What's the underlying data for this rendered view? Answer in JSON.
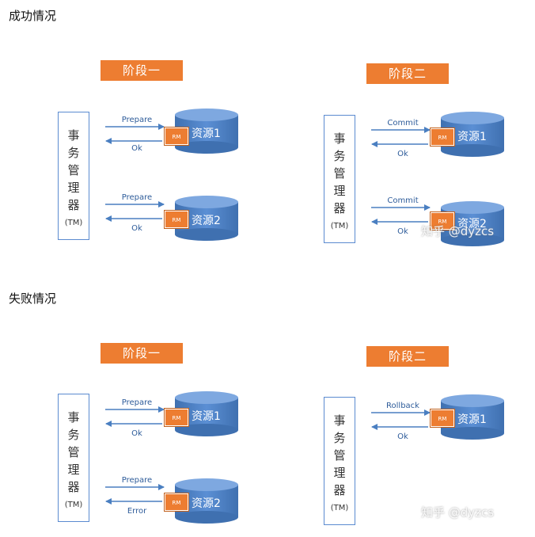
{
  "sections": [
    {
      "title": "成功情况"
    },
    {
      "title": "失败情况"
    }
  ],
  "tm": {
    "chars": [
      "事",
      "务",
      "管",
      "理",
      "器"
    ],
    "abbr": "(TM)"
  },
  "rm_label": "RM",
  "panels": [
    {
      "phase": "阶段一",
      "db1": "资源1",
      "db2": "资源2",
      "msg1_out": "Prepare",
      "msg1_back": "Ok",
      "msg2_out": "Prepare",
      "msg2_back": "Ok"
    },
    {
      "phase": "阶段二",
      "db1": "资源1",
      "db2": "资源2",
      "msg1_out": "Commit",
      "msg1_back": "Ok",
      "msg2_out": "Commit",
      "msg2_back": "Ok"
    },
    {
      "phase": "阶段一",
      "db1": "资源1",
      "db2": "资源2",
      "msg1_out": "Prepare",
      "msg1_back": "Ok",
      "msg2_out": "Prepare",
      "msg2_back": "Error"
    },
    {
      "phase": "阶段二",
      "db1": "资源1",
      "msg1_out": "Rollback",
      "msg1_back": "Ok"
    }
  ],
  "watermark": "知乎 @dyzcs",
  "colors": {
    "phase_fill": "#ed7d31",
    "db_fill": "#4f81bd",
    "arrow": "#4a7fc1",
    "tm_border": "#5b8bd0"
  }
}
